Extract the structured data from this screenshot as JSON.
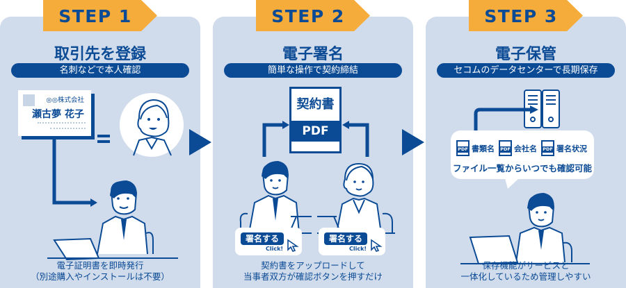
{
  "steps": [
    {
      "tag": "STEP 1",
      "title": "取引先を登録",
      "subtitle": "名刺などで本人確認",
      "card": {
        "company": "◎◎株式会社",
        "name": "瀬古夢 花子"
      },
      "caption": [
        "電子証明書を即時発行",
        "（別途購入やインストールは不要）"
      ]
    },
    {
      "tag": "STEP 2",
      "title": "電子署名",
      "subtitle": "簡単な操作で契約締結",
      "document": {
        "title": "契約書",
        "format": "PDF"
      },
      "sign_buttons": [
        {
          "label": "署名する",
          "hint": "Click!"
        },
        {
          "label": "署名する",
          "hint": "Click!"
        }
      ],
      "caption": [
        "契約書をアップロードして",
        "当事者双方が確認ボタンを押すだけ"
      ]
    },
    {
      "tag": "STEP 3",
      "title": "電子保管",
      "subtitle": "セコムのデータセンターで長期保存",
      "file_info": {
        "items": [
          {
            "icon": "PDF",
            "label": "書類名"
          },
          {
            "icon": "PDF",
            "label": "会社名"
          },
          {
            "icon": "PDF",
            "label": "署名状況"
          }
        ],
        "description": "ファイル一覧からいつでも確認可能"
      },
      "caption": [
        "保存機能がサービスと",
        "一体化しているため管理しやすい"
      ]
    }
  ],
  "colors": {
    "navy": "#0b4a94",
    "orange": "#f6ac3a",
    "panel": "#d0dcec"
  }
}
